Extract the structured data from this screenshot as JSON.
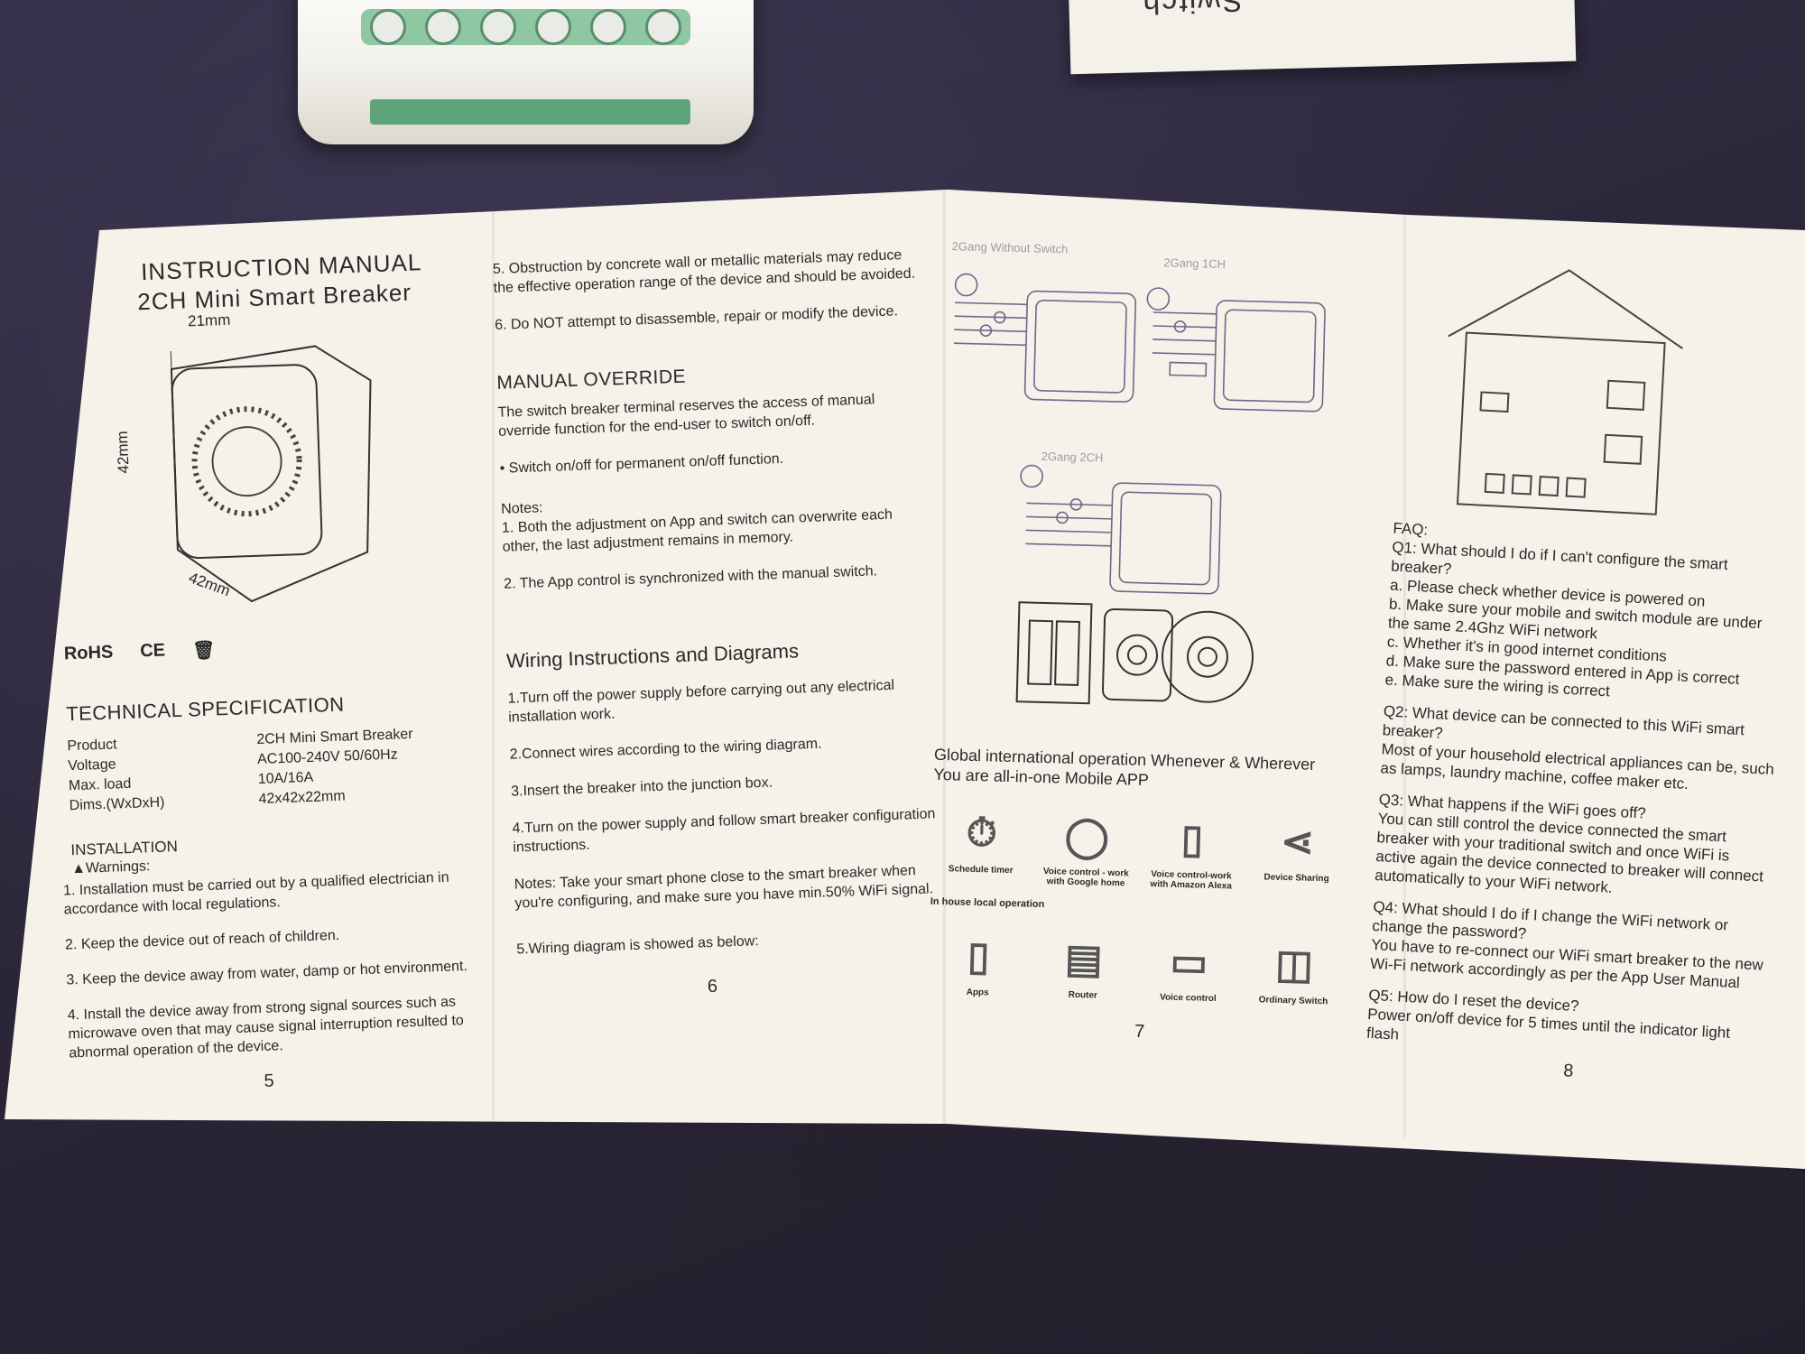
{
  "box": {
    "text": "Switch"
  },
  "page5": {
    "title_line1": "INSTRUCTION MANUAL",
    "title_line2": "2CH Mini Smart Breaker",
    "dim_top": "21mm",
    "dim_left": "42mm",
    "dim_bottom": "42mm",
    "certs": [
      "RoHS",
      "CE",
      "WEEE"
    ],
    "spec_heading": "TECHNICAL SPECIFICATION",
    "spec": [
      {
        "label": "Product",
        "value": "2CH Mini Smart Breaker"
      },
      {
        "label": "Voltage",
        "value": "AC100-240V 50/60Hz"
      },
      {
        "label": "Max. load",
        "value": "10A/16A"
      },
      {
        "label": "Dims.(WxDxH)",
        "value": "42x42x22mm"
      }
    ],
    "install_heading": "INSTALLATION",
    "warnings": "▲Warnings:",
    "items": [
      "1. Installation must be carried out by a qualified electrician in accordance with local regulations.",
      "2. Keep the device out of reach of children.",
      "3. Keep the device away from water, damp or hot environment.",
      "4. Install the device away from strong signal sources such as microwave oven that may cause signal interruption resulted to abnormal operation of the device."
    ],
    "page_number": "5"
  },
  "page6": {
    "item5": "5. Obstruction by concrete wall or metallic materials may reduce the effective operation range of the device and should be avoided.",
    "item6": "6. Do NOT attempt to disassemble, repair or modify the device.",
    "override_heading": "MANUAL OVERRIDE",
    "override_text": "The switch breaker terminal reserves the access of manual override function for the end-user to switch on/off.",
    "override_bullet": "• Switch on/off for permanent on/off function.",
    "notes_label": "Notes:",
    "note1": "1. Both the adjustment on App and switch can overwrite each other, the last adjustment remains in memory.",
    "note2": "2. The App control is synchronized with the manual switch.",
    "wiring_heading": "Wiring Instructions and Diagrams",
    "steps": [
      "1.Turn off the power supply before carrying out any electrical installation work.",
      "2.Connect wires according to the wiring diagram.",
      "3.Insert the breaker into the junction box.",
      "4.Turn on the power supply and follow smart breaker configuration instructions."
    ],
    "notes_text": "Notes: Take your smart phone close to the smart breaker when you're configuring, and make sure you have min.50% WiFi signal.",
    "step5": "5.Wiring diagram is showed as below:",
    "page_number": "6"
  },
  "page7": {
    "diag_label_1": "2Gang Without Switch",
    "diag_label_2": "2Gang 1CH",
    "diag_label_3": "2Gang 2CH",
    "global_line1": "Global international operation Whenever & Wherever",
    "global_line2": "You are all-in-one Mobile APP",
    "icons_row1": [
      {
        "icon": "stopwatch-icon",
        "label": "Schedule timer"
      },
      {
        "icon": "google-home-icon",
        "label": "Voice control - work with Google home"
      },
      {
        "icon": "amazon-alexa-icon",
        "label": "Voice control-work with Amazon Alexa"
      },
      {
        "icon": "share-icon",
        "label": "Device Sharing"
      }
    ],
    "local_label": "In house local operation",
    "icons_row2": [
      {
        "icon": "phone-icon",
        "label": "Apps"
      },
      {
        "icon": "router-icon",
        "label": "Router"
      },
      {
        "icon": "speaker-icon",
        "label": "Voice control"
      },
      {
        "icon": "wall-switch-icon",
        "label": "Ordinary Switch"
      }
    ],
    "page_number": "7"
  },
  "page8": {
    "faq_label": "FAQ:",
    "q1": "Q1: What should I do if I can't configure the smart breaker?",
    "q1_a": "a. Please check whether device is powered on",
    "q1_b": "b. Make sure your mobile and switch module are under the same 2.4Ghz WiFi network",
    "q1_c": "c. Whether it's in good internet conditions",
    "q1_d": "d. Make sure the password entered in App is correct",
    "q1_e": "e. Make sure the wiring is correct",
    "q2": "Q2: What device can be connected to this WiFi smart breaker?",
    "q2_a": "Most of your household electrical appliances can be, such as lamps, laundry machine, coffee maker etc.",
    "q3": "Q3: What happens if the WiFi goes off?",
    "q3_a": "You can still control the device connected the smart breaker with your traditional switch and once WiFi is active again the device connected to breaker will connect automatically to your WiFi network.",
    "q4": "Q4: What should I do if I change the WiFi network or change the password?",
    "q4_a": "You have to re-connect our WiFi smart breaker to the new Wi-Fi network accordingly as per the App User Manual",
    "q5": "Q5: How do I reset the device?",
    "q5_a": "Power on/off device for 5 times until the indicator light flash",
    "page_number": "8"
  }
}
